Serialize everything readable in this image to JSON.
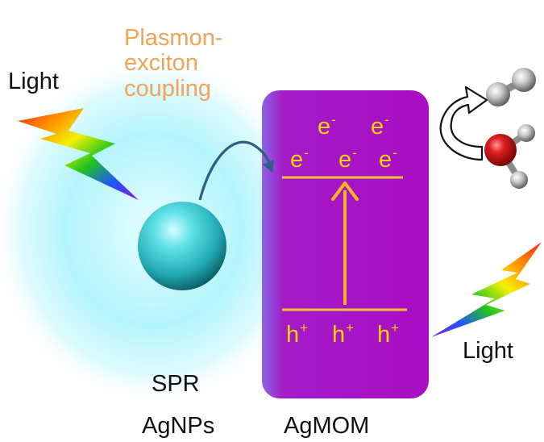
{
  "labels": {
    "light_left": "Light",
    "light_right": "Light",
    "coupling_lines": [
      "Plasmon-",
      "exciton",
      "coupling"
    ],
    "spr": "SPR",
    "agnps": "AgNPs",
    "agmom": "AgMOM"
  },
  "carriers": {
    "electron_symbol": "e",
    "electron_charge": "-",
    "hole_symbol": "h",
    "hole_charge": "+"
  },
  "colors": {
    "mom_box": "#a70fc4",
    "glow": "#8ef0fa",
    "sphere": "#2fc9d2",
    "carrier_text": "#ffd400",
    "band_line": "#f5c13a",
    "excitation_arrow": "#fbb81d",
    "transfer_arrow": "#2e5f84",
    "coupling_text": "#f2a35a",
    "oxygen": "#d81a1a",
    "hydrogen": "#cfcfcf"
  },
  "icons": [
    "light-bolt-icon",
    "h2-molecule-icon",
    "water-molecule-icon",
    "curved-arrow-icon"
  ]
}
